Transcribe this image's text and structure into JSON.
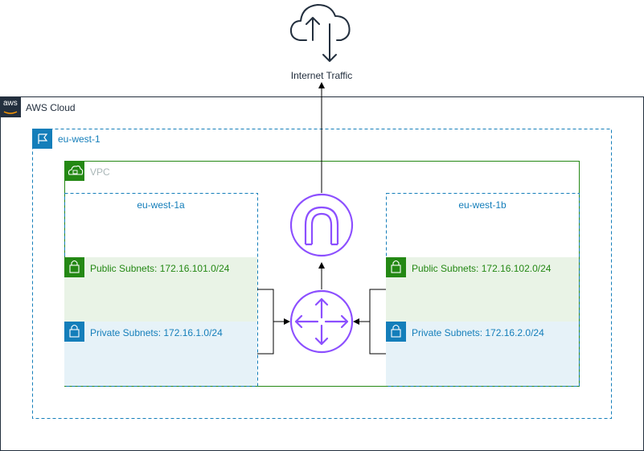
{
  "internet": {
    "label": "Internet Traffic"
  },
  "aws_cloud": {
    "label": "AWS Cloud",
    "logo_text": "aws"
  },
  "region": {
    "label": "eu-west-1"
  },
  "vpc": {
    "label": "VPC"
  },
  "az_a": {
    "label": "eu-west-1a",
    "public_subnet": "Public Subnets: 172.16.101.0/24",
    "private_subnet": "Private Subnets: 172.16.1.0/24"
  },
  "az_b": {
    "label": "eu-west-1b",
    "public_subnet": "Public Subnets: 172.16.102.0/24",
    "private_subnet": "Private Subnets: 172.16.2.0/24"
  },
  "icons": {
    "cloud": "cloud-upload-download-icon",
    "aws_logo": "aws-logo-icon",
    "region_flag": "region-flag-icon",
    "vpc": "vpc-cloud-lock-icon",
    "public_lock": "public-subnet-lock-icon",
    "private_lock": "private-subnet-lock-icon",
    "internet_gateway": "internet-gateway-icon",
    "router": "router-icon"
  },
  "colors": {
    "aws_cloud_border": "#232f3e",
    "region_border": "#147eba",
    "vpc_border": "#248814",
    "az_border": "#147eba",
    "public_fill": "#e9f3e6",
    "public_text": "#248814",
    "private_fill": "#e6f2f8",
    "private_text": "#147eba",
    "network_purple": "#8c4fff"
  }
}
